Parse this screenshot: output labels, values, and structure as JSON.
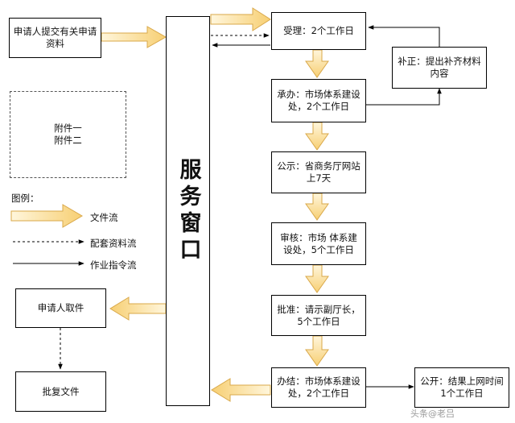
{
  "applicant_submit": "申请人提交有关申请\n资料",
  "attachments": "附件一\n附件二",
  "service_window": "服务窗口",
  "steps": {
    "accept": "受理：2个工作日",
    "undertake": "承办：市场体系建设\n处，2个工作日",
    "publicize": "公示：省商务厅网站\n上7天",
    "review": "审核：市场 体系建\n设处，5个工作日",
    "approve": "批准：请示副厅长，\n5个工作日",
    "complete": "办结：市场体系建设\n处，2个工作日"
  },
  "correction": "补正：提出补齐材料\n内容",
  "publish": "公开：结果上网时间\n1个工作日",
  "applicant_pickup": "申请人取件",
  "approval_document": "批复文件",
  "legend": {
    "title": "图例：",
    "file_flow": "文件流",
    "material_flow": "配套资料流",
    "command_flow": "作业指令流"
  },
  "watermark": "头条@老吕",
  "colors": {
    "arrow_fill": "#f9dea0",
    "arrow_stroke": "#d9a84a"
  }
}
